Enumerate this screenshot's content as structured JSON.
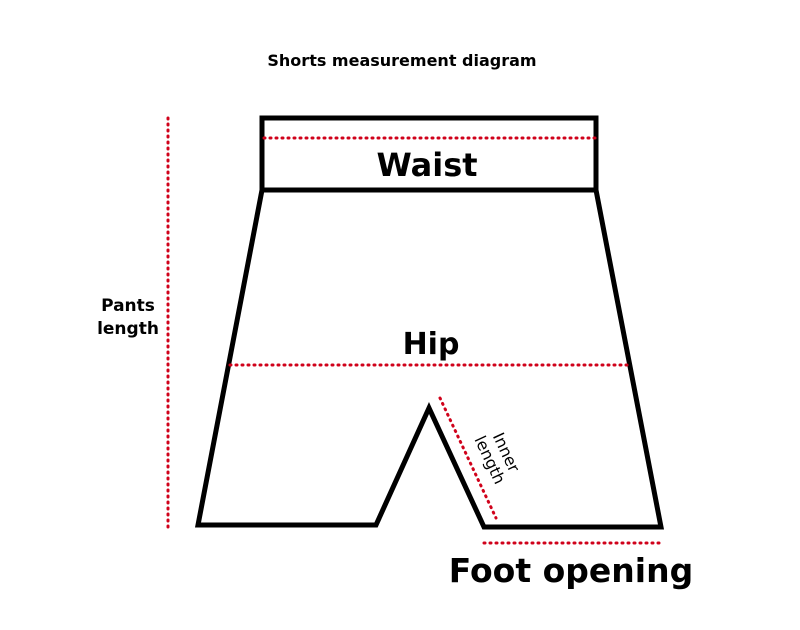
{
  "title": "Shorts measurement diagram",
  "labels": {
    "waist": "Waist",
    "hip": "Hip",
    "pants_length_line1": "Pants",
    "pants_length_line2": "length",
    "inner_length_line1": "Inner",
    "inner_length_line2": "length",
    "foot_opening": "Foot opening"
  },
  "colors": {
    "outline": "#000000",
    "measure_line": "#d0021b"
  }
}
